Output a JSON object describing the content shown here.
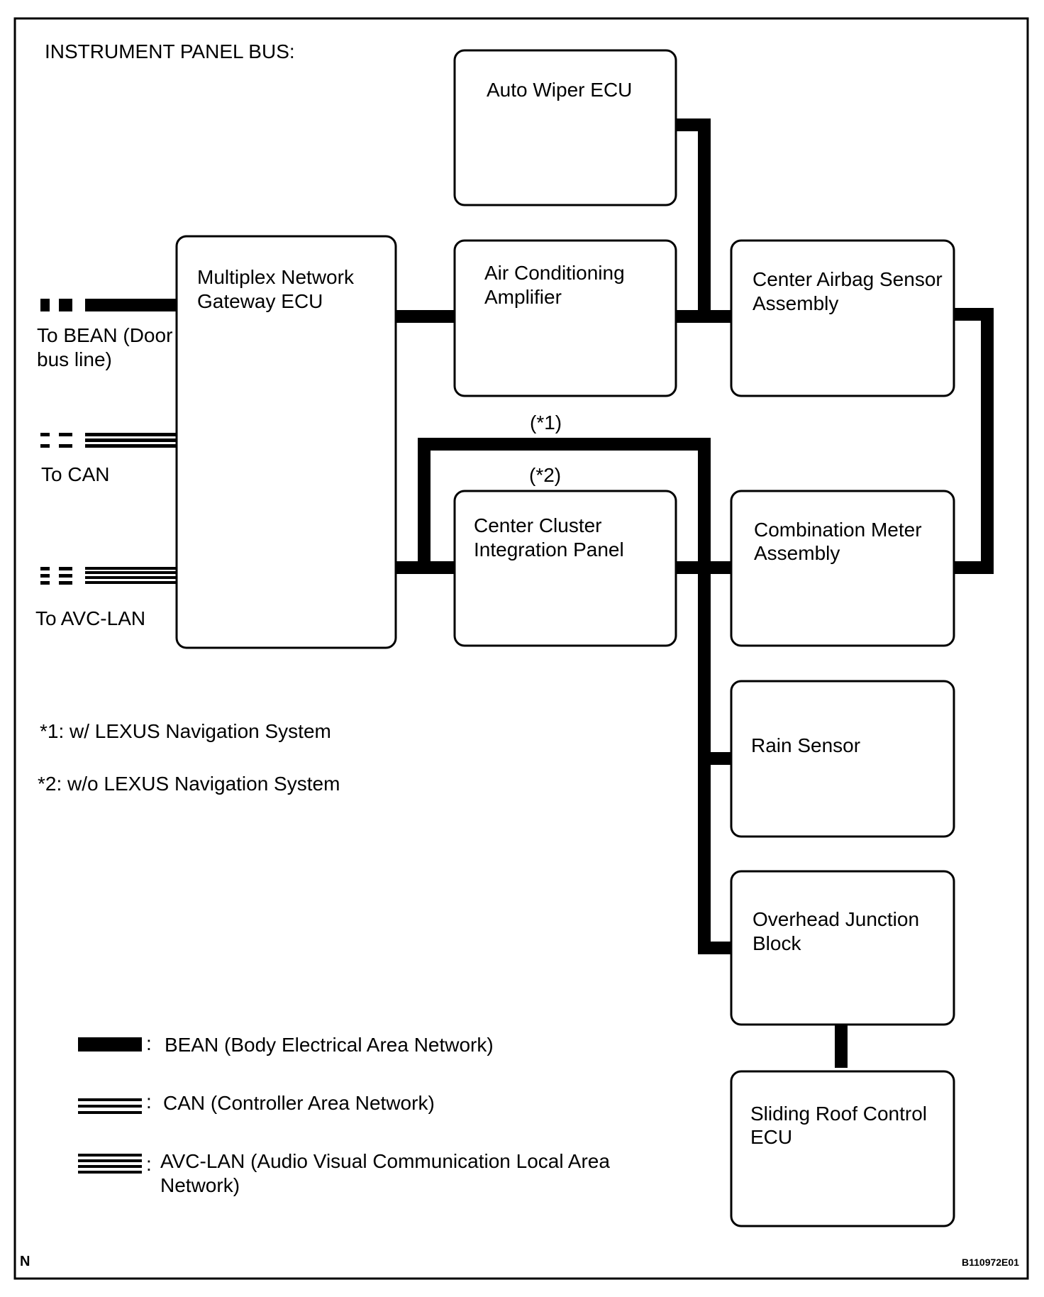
{
  "title": "INSTRUMENT PANEL BUS:",
  "components": {
    "gateway": [
      "Multiplex Network",
      "Gateway ECU"
    ],
    "auto_wiper": [
      "Auto Wiper ECU"
    ],
    "air_conditioning": [
      "Air Conditioning",
      "Amplifier"
    ],
    "center_airbag": [
      "Center Airbag Sensor",
      "Assembly"
    ],
    "center_cluster": [
      "Center Cluster",
      "Integration Panel"
    ],
    "combination_meter": [
      "Combination Meter",
      "Assembly"
    ],
    "rain_sensor": [
      "Rain Sensor"
    ],
    "overhead_junction": [
      "Overhead Junction",
      "Block"
    ],
    "sliding_roof": [
      "Sliding Roof Control",
      "ECU"
    ]
  },
  "connections": {
    "to_bean": [
      "To BEAN (Door",
      "bus line)"
    ],
    "to_can": "To CAN",
    "to_avc_lan": "To AVC-LAN"
  },
  "route_labels": {
    "star1": "(*1)",
    "star2": "(*2)"
  },
  "notes": {
    "note1": "*1: w/ LEXUS Navigation System",
    "note2": "*2: w/o LEXUS Navigation System"
  },
  "legend": {
    "bean": "BEAN (Body Electrical Area Network)",
    "can": "CAN (Controller Area Network)",
    "avc_lan": [
      "AVC-LAN (Audio Visual Communication Local Area",
      "Network)"
    ],
    "separator": ":"
  },
  "corner_mark": "N",
  "figure_code": "B110972E01",
  "colors": {
    "line": "#000000",
    "background": "#ffffff"
  }
}
